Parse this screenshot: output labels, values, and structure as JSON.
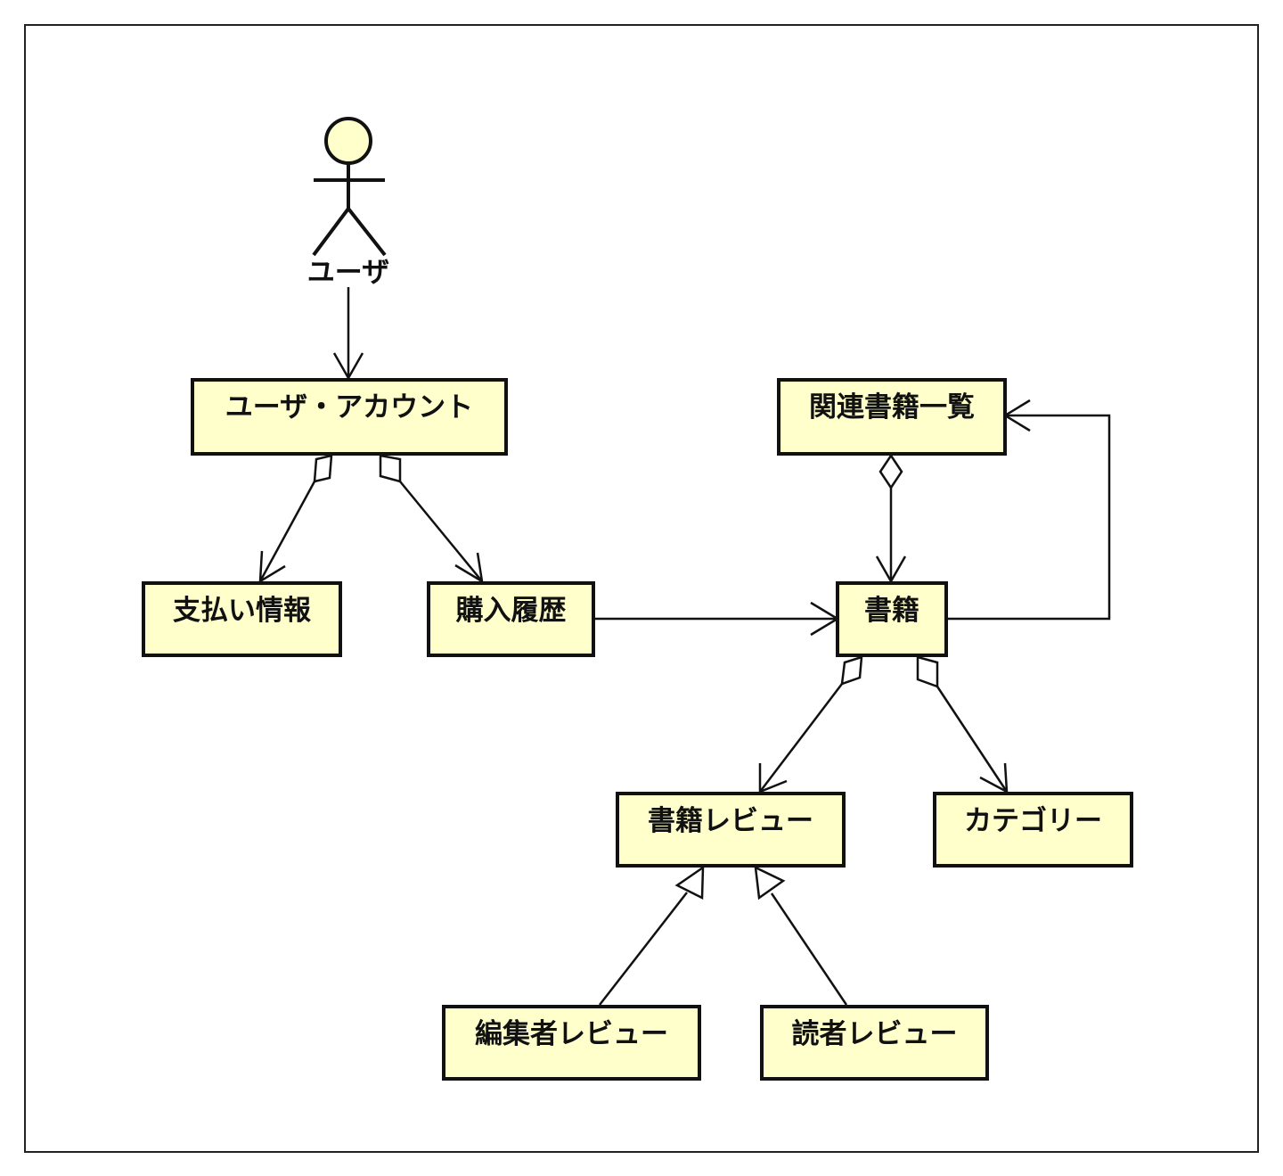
{
  "actor": {
    "label": "ユーザ",
    "fill": "#ffffcc"
  },
  "colors": {
    "box_fill": "#ffffcc",
    "stroke": "#111111",
    "frame": "#222222"
  },
  "boxes": {
    "user_account": "ユーザ・アカウント",
    "payment_info": "支払い情報",
    "purchase_history": "購入履歴",
    "related_books": "関連書籍一覧",
    "book": "書籍",
    "book_review": "書籍レビュー",
    "category": "カテゴリー",
    "editor_review": "編集者レビュー",
    "reader_review": "読者レビュー"
  },
  "relations": [
    {
      "from": "user",
      "to": "user_account",
      "type": "association"
    },
    {
      "from": "user_account",
      "to": "payment_info",
      "type": "aggregation"
    },
    {
      "from": "user_account",
      "to": "purchase_history",
      "type": "aggregation"
    },
    {
      "from": "purchase_history",
      "to": "book",
      "type": "association"
    },
    {
      "from": "related_books",
      "to": "book",
      "type": "aggregation"
    },
    {
      "from": "book",
      "to": "related_books",
      "type": "association"
    },
    {
      "from": "book",
      "to": "book_review",
      "type": "aggregation"
    },
    {
      "from": "book",
      "to": "category",
      "type": "aggregation"
    },
    {
      "from": "editor_review",
      "to": "book_review",
      "type": "generalization"
    },
    {
      "from": "reader_review",
      "to": "book_review",
      "type": "generalization"
    }
  ]
}
